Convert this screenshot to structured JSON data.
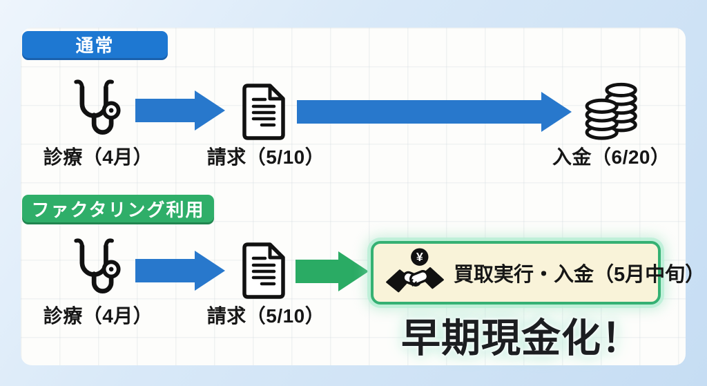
{
  "colors": {
    "arrow_blue": "#2878cc",
    "badge_blue": "#1e78d2",
    "arrow_green": "#2aab64",
    "badge_green": "#2fae69",
    "payout_box_bg": "#f9f3d9",
    "payout_box_border": "#35b173",
    "card_bg": "#fdfdfb",
    "outer_bg": "#c6ddf3",
    "text_dark": "#161616"
  },
  "normal_flow": {
    "badge_label": "通常",
    "steps": [
      {
        "icon": "stethoscope-icon",
        "label": "診療（4月）"
      },
      {
        "icon": "document-icon",
        "label": "請求（5/10）"
      },
      {
        "icon": "coins-icon",
        "label": "入金（6/20）"
      }
    ]
  },
  "factoring_flow": {
    "badge_label": "ファクタリング利用",
    "steps": [
      {
        "icon": "stethoscope-icon",
        "label": "診療（4月）"
      },
      {
        "icon": "document-icon",
        "label": "請求（5/10）"
      }
    ],
    "payout": {
      "icon": "handshake-yen-icon",
      "yen_symbol": "¥",
      "label": "買取実行・入金（5月中旬）"
    },
    "highlight_label": "早期現金化！"
  }
}
